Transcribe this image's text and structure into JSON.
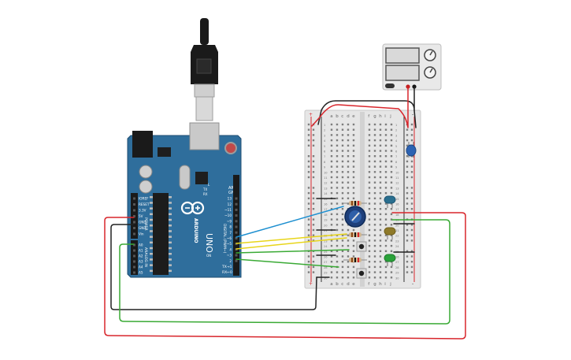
{
  "arduino": {
    "logo_text": "ARDUINO",
    "model": "UNO",
    "aref_label": "AREF",
    "gnd_label": "GND",
    "digital_label": "DIGITAL (PWM~)",
    "power_label": "POWER",
    "analog_label": "ANALOG IN",
    "tx_label": "TX",
    "rx_label": "RX",
    "l_label": "L",
    "on_label": "ON",
    "tx0_label": "TX→1",
    "rx0_label": "RX←0",
    "power_pins": [
      "IOREF",
      "RESET",
      "3.3V",
      "5V",
      "GND",
      "GND",
      "Vin"
    ],
    "analog_pins": [
      "A0",
      "A1",
      "A2",
      "A3",
      "A4",
      "A5"
    ],
    "digital_pins": [
      "13",
      "12",
      "~11",
      "~10",
      "~9",
      "8",
      "7",
      "~6",
      "~5",
      "4",
      "~3",
      "2"
    ]
  },
  "breadboard": {
    "top_letters": [
      "a",
      "b",
      "c",
      "d",
      "e",
      "f",
      "g",
      "h",
      "i",
      "j"
    ],
    "bottom_letters": [
      "a",
      "b",
      "c",
      "d",
      "e",
      "f",
      "g",
      "h",
      "i",
      "j"
    ],
    "row_numbers": [
      "1",
      "2",
      "3",
      "4",
      "5",
      "6",
      "7",
      "8",
      "9",
      "10",
      "11",
      "12",
      "13",
      "14",
      "15",
      "16",
      "17",
      "18",
      "19",
      "20",
      "21",
      "22",
      "23",
      "24",
      "25",
      "26",
      "27",
      "28",
      "29",
      "30"
    ],
    "plus": "+",
    "minus": "-"
  },
  "colors": {
    "board": "#2f6e9c",
    "board_dark": "#1f4e72",
    "breadboard": "#e6e6e6",
    "wire_red": "#d8262c",
    "wire_black": "#222222",
    "wire_green": "#3aaa35",
    "wire_yellow": "#e8d51a",
    "wire_blue": "#1d8fd0"
  }
}
